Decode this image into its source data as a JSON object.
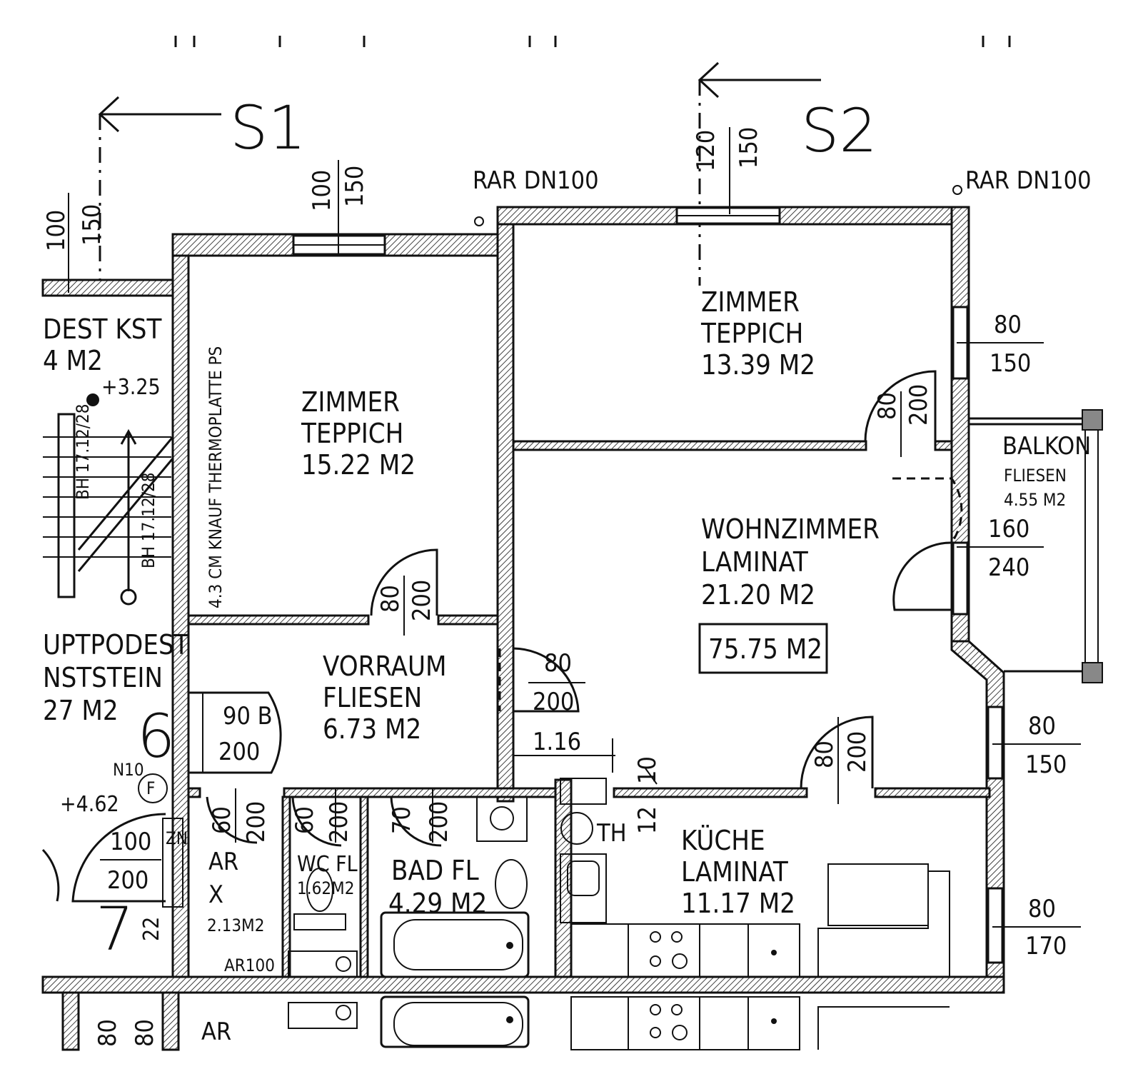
{
  "sections": {
    "s1": "S1",
    "s2": "S2"
  },
  "downpipes": {
    "left": "RAR DN100",
    "right": "RAR DN100"
  },
  "rooms": {
    "zimmer1": {
      "name": "ZIMMER",
      "floor": "TEPPICH",
      "area": "15.22 M2"
    },
    "zimmer2": {
      "name": "ZIMMER",
      "floor": "TEPPICH",
      "area": "13.39 M2"
    },
    "wohnzimmer": {
      "name": "WOHNZIMMER",
      "floor": "LAMINAT",
      "area": "21.20 M2"
    },
    "total": "75.75 M2",
    "vorraum": {
      "name": "VORRAUM",
      "floor": "FLIESEN",
      "area": "6.73 M2"
    },
    "balkon": {
      "name": "BALKON",
      "floor": "FLIESEN",
      "area": "4.55 M2"
    },
    "kueche": {
      "name": "KÜCHE",
      "floor": "LAMINAT",
      "area": "11.17 M2"
    },
    "bad": {
      "name": "BAD FL",
      "area": "4.29 M2"
    },
    "wc": {
      "name": "WC FL",
      "area": "1.62M2"
    },
    "ar": {
      "name": "AR",
      "x": "X",
      "area": "2.13M2",
      "tag": "AR100"
    },
    "ar_lower": "AR",
    "podest_kst": {
      "name": "DEST KST",
      "area": "4 M2",
      "level": "+3.25"
    },
    "hauptpodest": {
      "name": "UPTPODEST",
      "floor": "NSTSTEIN",
      "area": "27 M2"
    },
    "level_lower": "+4.62"
  },
  "stairs": {
    "step1": "BH 17.12/28",
    "step2": "BH 17.12/28"
  },
  "wall_note": "4.3 CM KNAUF THERMOPLATTE PS",
  "unit_numbers": {
    "six": "6",
    "seven": "7"
  },
  "door_labels": {
    "entrance_width": "90 B",
    "entrance_height": "200",
    "zn": "ZN",
    "n10": "N10",
    "f": "F",
    "stair_w": "100",
    "stair_h": "200",
    "twenty_two": "22",
    "th": "TH",
    "twelve": "12",
    "ten": "10"
  },
  "dims": {
    "d100": "100",
    "d150": "150",
    "d120": "120",
    "d80": "80",
    "d200": "200",
    "d60": "60",
    "d70": "70",
    "d160": "160",
    "d240": "240",
    "d170": "170",
    "d116": "1.16"
  }
}
